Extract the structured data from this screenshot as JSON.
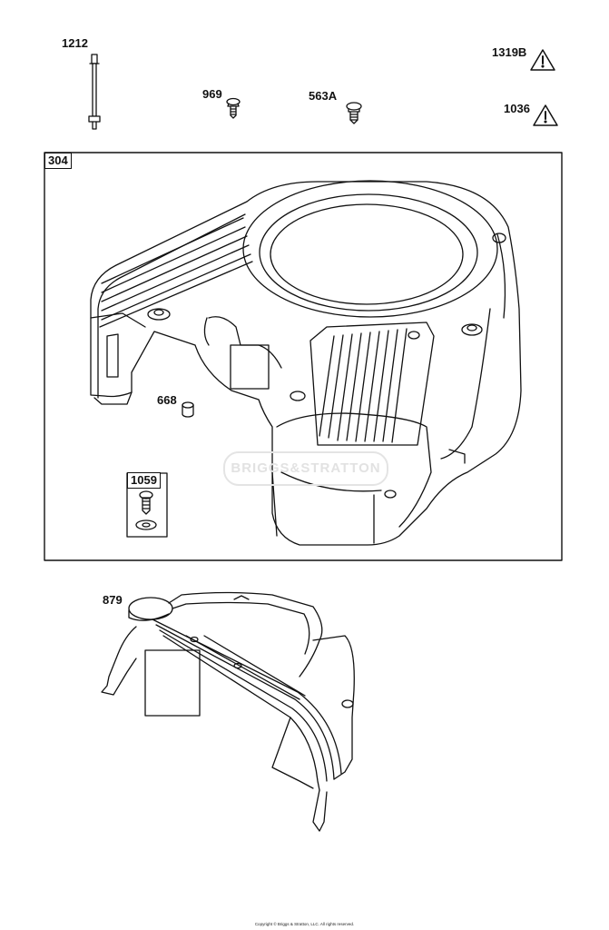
{
  "parts": {
    "p1212": "1212",
    "p969": "969",
    "p563a": "563A",
    "p1319b": "1319B",
    "p1036": "1036",
    "p304": "304",
    "p668": "668",
    "p1059": "1059",
    "p879": "879"
  },
  "watermark": "BRIGGS&STRATTON",
  "copyright": "Copyright © Briggs & Stratton, LLC. All rights reserved.",
  "icons": [
    "warning-triangle-icon"
  ],
  "colors": {
    "line": "#111111",
    "watermark": "#e2e2e2",
    "background": "#ffffff"
  }
}
